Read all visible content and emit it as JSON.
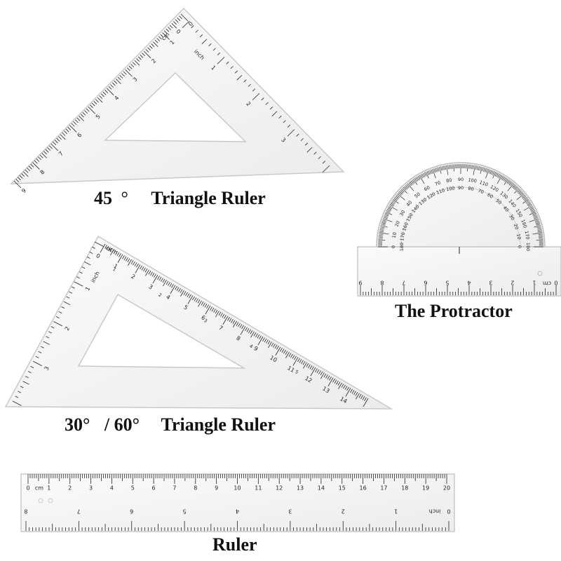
{
  "captions": {
    "triangle45": {
      "angle": "45",
      "degree": "°",
      "name": "Triangle Ruler"
    },
    "triangle3060": {
      "angle1": "30°",
      "separator": "/",
      "angle2": "60°",
      "name": "Triangle Ruler"
    },
    "protractor": "The Protractor",
    "ruler": "Ruler"
  },
  "unit_labels": {
    "cm": "cm",
    "inch": "inch"
  },
  "scales": {
    "tri45_cm": [
      "0",
      "1",
      "2",
      "3",
      "4",
      "5",
      "6",
      "7",
      "8",
      "9"
    ],
    "tri45_inch": [
      "0",
      "1",
      "2",
      "3"
    ],
    "tri3060_cm": [
      "0",
      "1",
      "2",
      "3",
      "4",
      "5",
      "6",
      "7",
      "8",
      "9",
      "10",
      "11",
      "12",
      "13",
      "14"
    ],
    "tri3060_inch": [
      "0",
      "1",
      "2",
      "3"
    ],
    "tri3060_long_inch": [
      "1",
      "2",
      "3",
      "4",
      "5"
    ],
    "ruler_cm": [
      "0",
      "1",
      "2",
      "3",
      "4",
      "5",
      "6",
      "7",
      "8",
      "9",
      "10",
      "11",
      "12",
      "13",
      "14",
      "15",
      "16",
      "17",
      "18",
      "19",
      "20"
    ],
    "ruler_inch": [
      "0",
      "1",
      "2",
      "3",
      "4",
      "5",
      "6",
      "7",
      "8"
    ],
    "protractor_base_inch": [
      "0",
      "1",
      "2",
      "3",
      "4",
      "5",
      "6",
      "7",
      "8",
      "9"
    ],
    "protractor_outer": [
      "0",
      "10",
      "20",
      "30",
      "40",
      "50",
      "60",
      "70",
      "80",
      "90",
      "100",
      "110",
      "120",
      "130",
      "140",
      "150",
      "160",
      "170",
      "180"
    ],
    "protractor_inner": [
      "180",
      "170",
      "160",
      "150",
      "140",
      "130",
      "120",
      "110",
      "100",
      "90",
      "80",
      "70",
      "60",
      "50",
      "40",
      "30",
      "20",
      "10",
      "0"
    ]
  },
  "colors": {
    "plastic": "#f6f6f6",
    "edge": "#c9c9c9",
    "ink": "#222222"
  }
}
